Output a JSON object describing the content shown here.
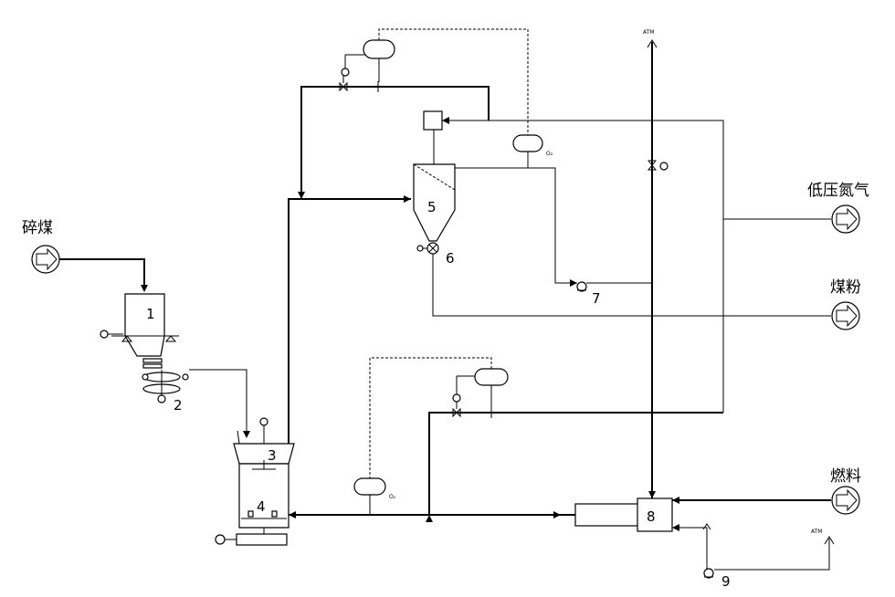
{
  "streams": {
    "crushed_coal": "碎煤",
    "low_pressure_nitrogen": "低压氮气",
    "coal_powder": "煤粉",
    "fuel": "燃料"
  },
  "vents": {
    "atm_top": "ATM",
    "atm_bottom": "ATM"
  },
  "equipment_numbers": {
    "n1": "1",
    "n2": "2",
    "n3": "3",
    "n4": "4",
    "n5": "5",
    "n6": "6",
    "n7": "7",
    "n8": "8",
    "n9": "9"
  },
  "analyzers": {
    "o2_top": "O₂",
    "o2_bottom": "O₂"
  }
}
